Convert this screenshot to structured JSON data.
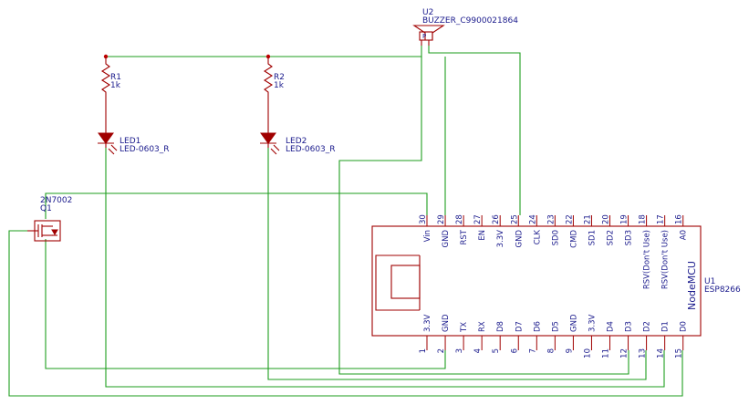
{
  "parts": {
    "r1": {
      "ref": "R1",
      "value": "1k"
    },
    "r2": {
      "ref": "R2",
      "value": "1k"
    },
    "led1": {
      "ref": "LED1",
      "value": "LED-0603_R"
    },
    "led2": {
      "ref": "LED2",
      "value": "LED-0603_R"
    },
    "buzzer": {
      "ref": "U2",
      "value": "BUZZER_C9900021864",
      "pin_label": "P"
    },
    "q1": {
      "ref": "Q1",
      "value": "2N7002"
    },
    "mcu": {
      "ref": "U1",
      "value": "ESP8266",
      "name": "NodeMCU"
    }
  },
  "mcu_top_pins": [
    {
      "num": "30",
      "name": "Vin"
    },
    {
      "num": "29",
      "name": "GND"
    },
    {
      "num": "28",
      "name": "RST"
    },
    {
      "num": "27",
      "name": "EN"
    },
    {
      "num": "26",
      "name": "3.3V"
    },
    {
      "num": "25",
      "name": "GND"
    },
    {
      "num": "24",
      "name": "CLK"
    },
    {
      "num": "23",
      "name": "SD0"
    },
    {
      "num": "22",
      "name": "CMD"
    },
    {
      "num": "21",
      "name": "SD1"
    },
    {
      "num": "20",
      "name": "SD2"
    },
    {
      "num": "19",
      "name": "SD3"
    },
    {
      "num": "18",
      "name": "RSV(Don't Use)"
    },
    {
      "num": "17",
      "name": "RSV(Don't Use)"
    },
    {
      "num": "16",
      "name": "A0"
    }
  ],
  "mcu_bottom_pins": [
    {
      "num": "1",
      "name": "3.3V"
    },
    {
      "num": "2",
      "name": "GND"
    },
    {
      "num": "3",
      "name": "TX"
    },
    {
      "num": "4",
      "name": "RX"
    },
    {
      "num": "5",
      "name": "D8"
    },
    {
      "num": "6",
      "name": "D7"
    },
    {
      "num": "7",
      "name": "D6"
    },
    {
      "num": "8",
      "name": "D5"
    },
    {
      "num": "9",
      "name": "GND"
    },
    {
      "num": "10",
      "name": "3.3V"
    },
    {
      "num": "11",
      "name": "D4"
    },
    {
      "num": "12",
      "name": "D3"
    },
    {
      "num": "13",
      "name": "D2"
    },
    {
      "num": "14",
      "name": "D1"
    },
    {
      "num": "15",
      "name": "D0"
    }
  ]
}
